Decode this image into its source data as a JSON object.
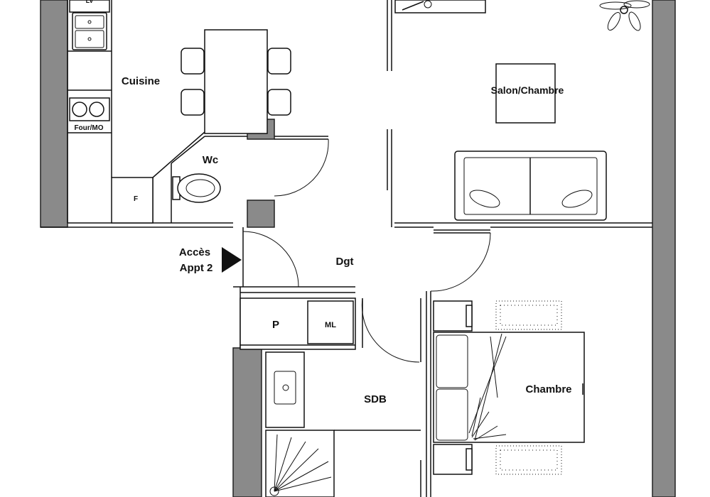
{
  "rooms": {
    "cuisine": "Cuisine",
    "salon": "Salon/Chambre",
    "wc": "Wc",
    "dgt": "Dgt",
    "sdb": "SDB",
    "chambre": "Chambre"
  },
  "appliances": {
    "lv": "LV",
    "four": "Four/MO",
    "frigo": "F",
    "placard": "P",
    "ml": "ML"
  },
  "access": {
    "line1": "Accès",
    "line2": "Appt 2"
  }
}
